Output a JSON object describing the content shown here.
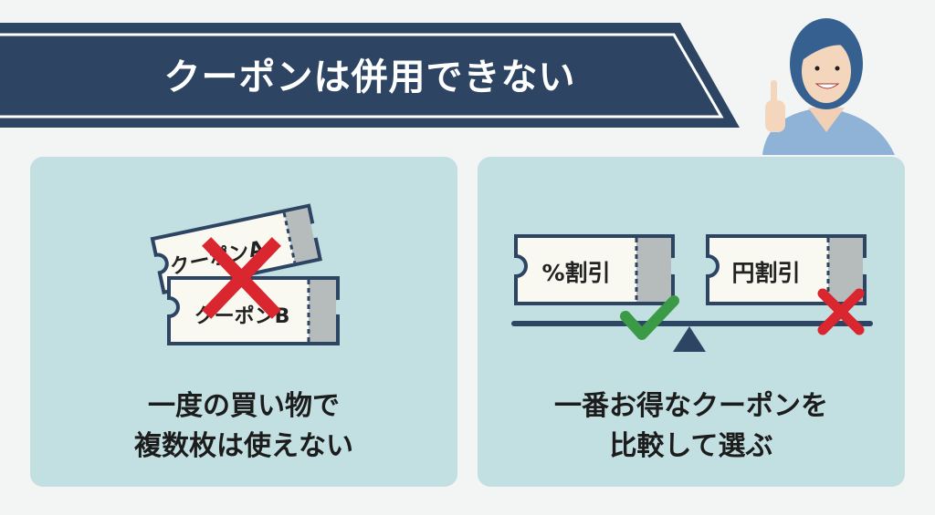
{
  "header": {
    "title": "クーポンは併用できない"
  },
  "left_panel": {
    "tickets": [
      "クーポンA",
      "クーポンB"
    ],
    "caption_line1": "一度の買い物で",
    "caption_line2": "複数枚は使えない"
  },
  "right_panel": {
    "tickets": [
      "%割引",
      "円割引"
    ],
    "caption_line1": "一番お得なクーポンを",
    "caption_line2": "比較して選ぶ"
  },
  "colors": {
    "navy": "#2d4563",
    "panel": "#c2dfe1",
    "cross": "#d9262f",
    "check": "#3a9a45"
  }
}
